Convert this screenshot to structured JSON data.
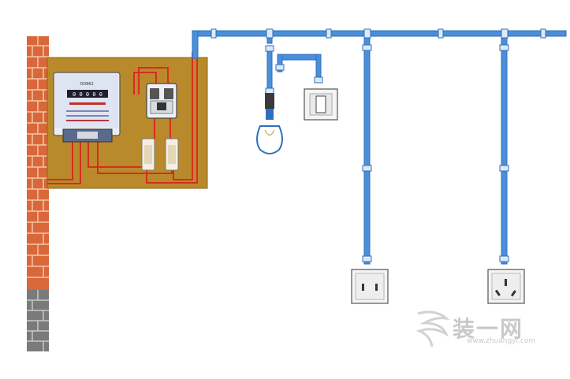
{
  "diagram": {
    "colors": {
      "brick": "#d9673a",
      "brick_mortar": "#f3c7a8",
      "gray_block": "#7a7a7a",
      "panel": "#b98a2c",
      "wire_red": "#d62d1e",
      "conduit": "#4a8fd8",
      "conduit_dark": "#2d6fbf",
      "fixture": "#f4f4f4"
    },
    "meter": {
      "model": "DD862",
      "reading": "0 0 0 0 0"
    },
    "components": {
      "meter_icon": "energy-meter-icon",
      "breaker_icon": "breaker-icon",
      "fuse_icon": "fuse-icon",
      "bulb_icon": "light-bulb-icon",
      "switch_icon": "wall-switch-icon",
      "socket2_icon": "two-pin-socket-icon",
      "socket3_icon": "three-pin-socket-icon"
    }
  },
  "watermark": {
    "text": "装一网",
    "subtext": "www.zhuangyi.com"
  }
}
